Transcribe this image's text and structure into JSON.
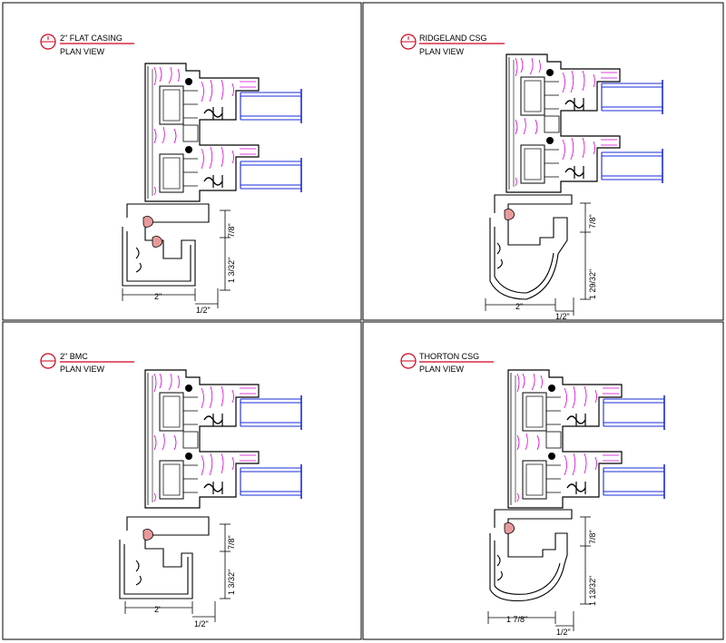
{
  "colors": {
    "title_underline": "#d0021b",
    "callout_circle": "#d0021b",
    "wood_grain": "#d100d1",
    "glass": "#1a2bd8",
    "gasket": "#e89a9a",
    "line": "#000000"
  },
  "panels": [
    {
      "title": "2\" FLAT CASING",
      "subtitle": "PLAN VIEW",
      "dim_width": "2\"",
      "dim_half": "1/2\"",
      "dim_top": "7/8\"",
      "dim_depth": "1 3/32\""
    },
    {
      "title": "RIDGELAND CSG",
      "subtitle": "PLAN VIEW",
      "dim_width": "2\"",
      "dim_half": "1/2\"",
      "dim_top": "7/8\"",
      "dim_depth": "1 29/32\""
    },
    {
      "title": "2\" BMC",
      "subtitle": "PLAN VIEW",
      "dim_width": "2'",
      "dim_half": "1/2\"",
      "dim_top": "7/8\"",
      "dim_depth": "1 3/32\""
    },
    {
      "title": "THORTON CSG",
      "subtitle": "PLAN VIEW",
      "dim_width": "1 7/8\"",
      "dim_half": "1/2\"",
      "dim_top": "7/8\"",
      "dim_depth": "1 13/32\""
    }
  ]
}
